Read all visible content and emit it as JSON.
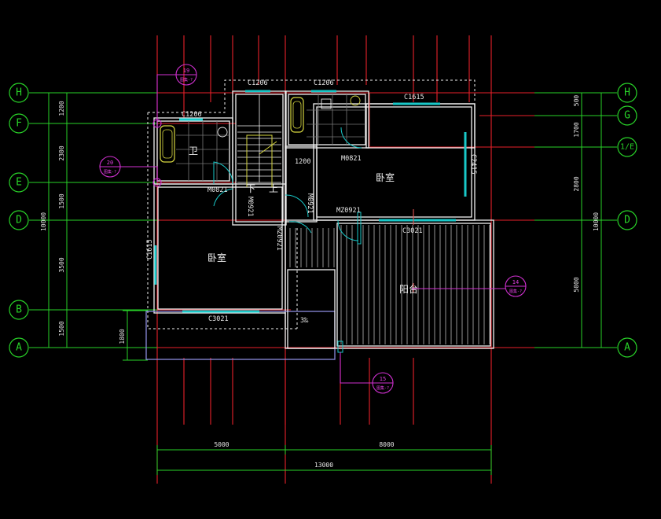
{
  "grid_axes": {
    "left": [
      "H",
      "F",
      "E",
      "D",
      "B",
      "A"
    ],
    "right": [
      "H",
      "G",
      "1/E",
      "D",
      "A"
    ]
  },
  "dimensions": {
    "left": [
      "1200",
      "2300",
      "1500",
      "3500",
      "1500"
    ],
    "left_total": "10000",
    "balcony": "1800",
    "right": [
      "500",
      "1700",
      "2800",
      "5000"
    ],
    "right_total": "10000",
    "bottom": [
      "5000",
      "8000"
    ],
    "bottom_total": "13000"
  },
  "rooms": {
    "bath_left": "卫",
    "bedroom_right": "卧室",
    "bedroom_left": "卧室",
    "balcony": "阳台",
    "stair_down": "下",
    "stair_up": "上"
  },
  "tags": {
    "c1206_a": "C1206",
    "c1206_b": "C1206",
    "c1206_c": "C1206",
    "c1615": "C1615",
    "c2415": "C2415",
    "c1615_left": "C1615",
    "c3021_left": "C3021",
    "c3021_right": "C3021",
    "m0821_left": "M0821",
    "m0821_right": "M0821",
    "m0921_a": "M0921",
    "m0921_b": "M0921",
    "mz0921_a": "MZ0921",
    "mz0921_b": "MZ0921",
    "stair_1200": "1200",
    "slope": "3‰"
  },
  "callouts": [
    {
      "num": "19",
      "sub": "图集-?"
    },
    {
      "num": "20",
      "sub": "图集-?"
    },
    {
      "num": "14",
      "sub": "图集-?"
    },
    {
      "num": "15",
      "sub": "图集-?"
    }
  ]
}
